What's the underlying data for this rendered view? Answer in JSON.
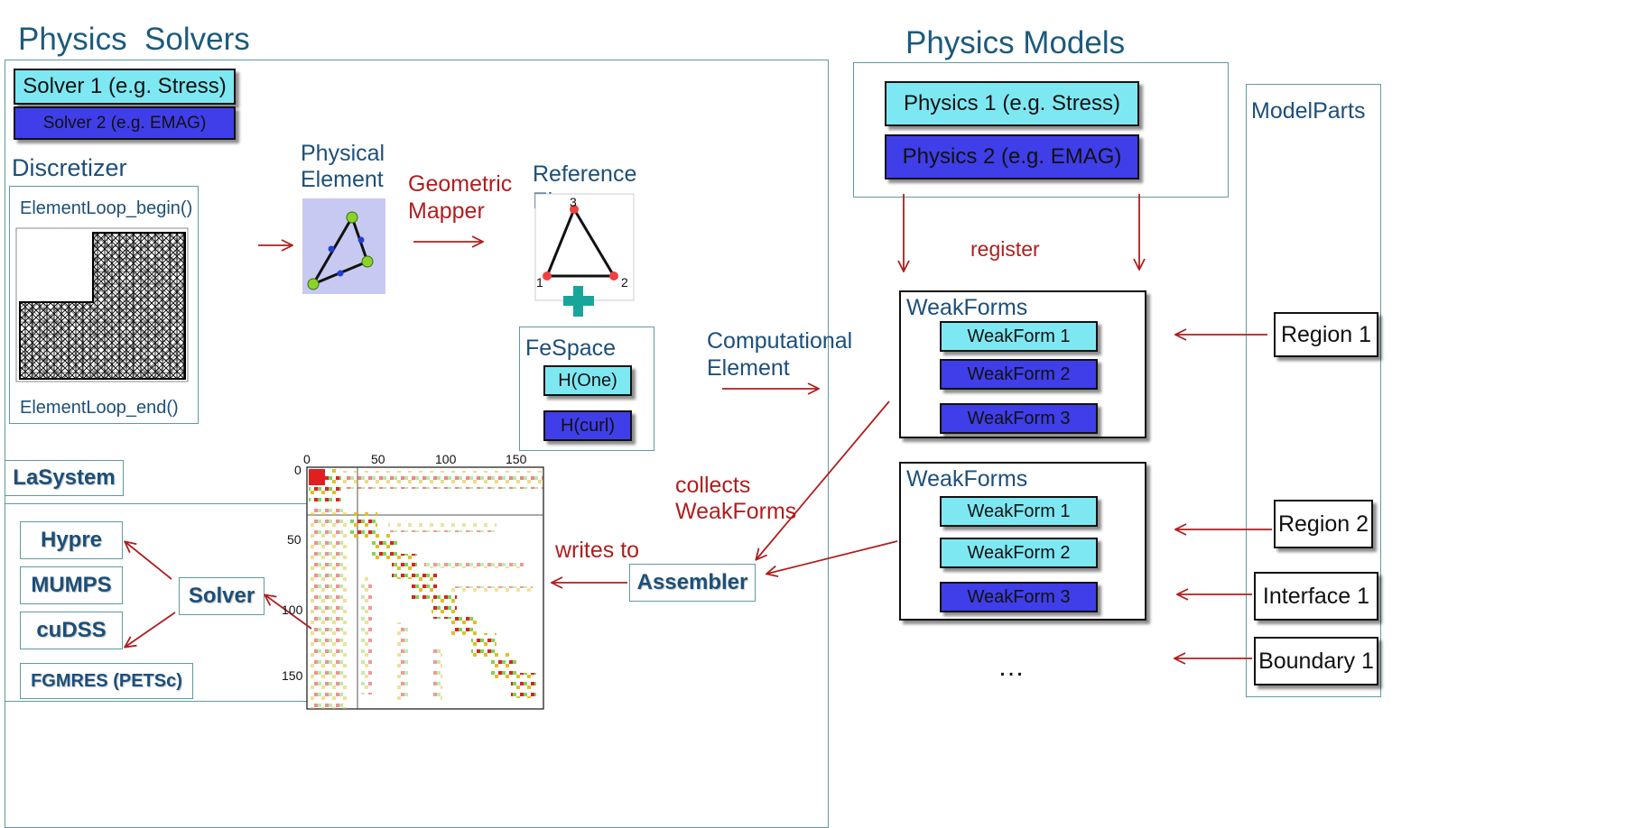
{
  "left_section": {
    "title": "Physics  Solvers",
    "solver1": "Solver 1 (e.g. Stress)",
    "solver2": "Solver 2 (e.g. EMAG)",
    "discretizer": "Discretizer",
    "loop_begin": "ElementLoop_begin()",
    "loop_end": "ElementLoop_end()",
    "physical_element": [
      "Physical",
      "Element"
    ],
    "geometric_mapper": [
      "Geometric",
      "Mapper"
    ],
    "reference_element": [
      "Reference",
      "Element"
    ],
    "ref_nodes": [
      "1",
      "2",
      "3"
    ],
    "fespace": "FeSpace",
    "h_one": "H(One)",
    "h_curl": "H(curl)",
    "computational_element": [
      "Computational",
      "Element"
    ],
    "lasystem": "LaSystem",
    "hypre": "Hypre",
    "mumps": "MUMPS",
    "cudss": "cuDSS",
    "fgmres": "FGMRES (PETSc)",
    "solver": "Solver",
    "assembler": "Assembler",
    "writes_to": "writes to",
    "collects_weakforms": [
      "collects",
      "WeakForms"
    ],
    "matrix_ticks_top": [
      "0",
      "50",
      "100",
      "150"
    ],
    "matrix_ticks_left": [
      "0",
      "50",
      "100",
      "150"
    ]
  },
  "right_section": {
    "title": "Physics Models",
    "physics1": "Physics 1 (e.g. Stress)",
    "physics2": "Physics 2 (e.g. EMAG)",
    "register": "register",
    "weakforms_group1": {
      "title": "WeakForms",
      "items": [
        "WeakForm 1",
        "WeakForm 2",
        "WeakForm 3"
      ]
    },
    "weakforms_group2": {
      "title": "WeakForms",
      "items": [
        "WeakForm 1",
        "WeakForm 2",
        "WeakForm 3"
      ]
    },
    "ellipsis": "…",
    "modelparts": {
      "title": "ModelParts",
      "items": [
        "Region 1",
        "Region 2",
        "Interface 1",
        "Boundary 1"
      ]
    }
  },
  "colors": {
    "cyan": "#7ee8f2",
    "blue": "#3f3ee8",
    "arrow_red": "#b01e1e",
    "frame_teal": "#5f9aa0",
    "title_blue": "#1c5a7e"
  }
}
